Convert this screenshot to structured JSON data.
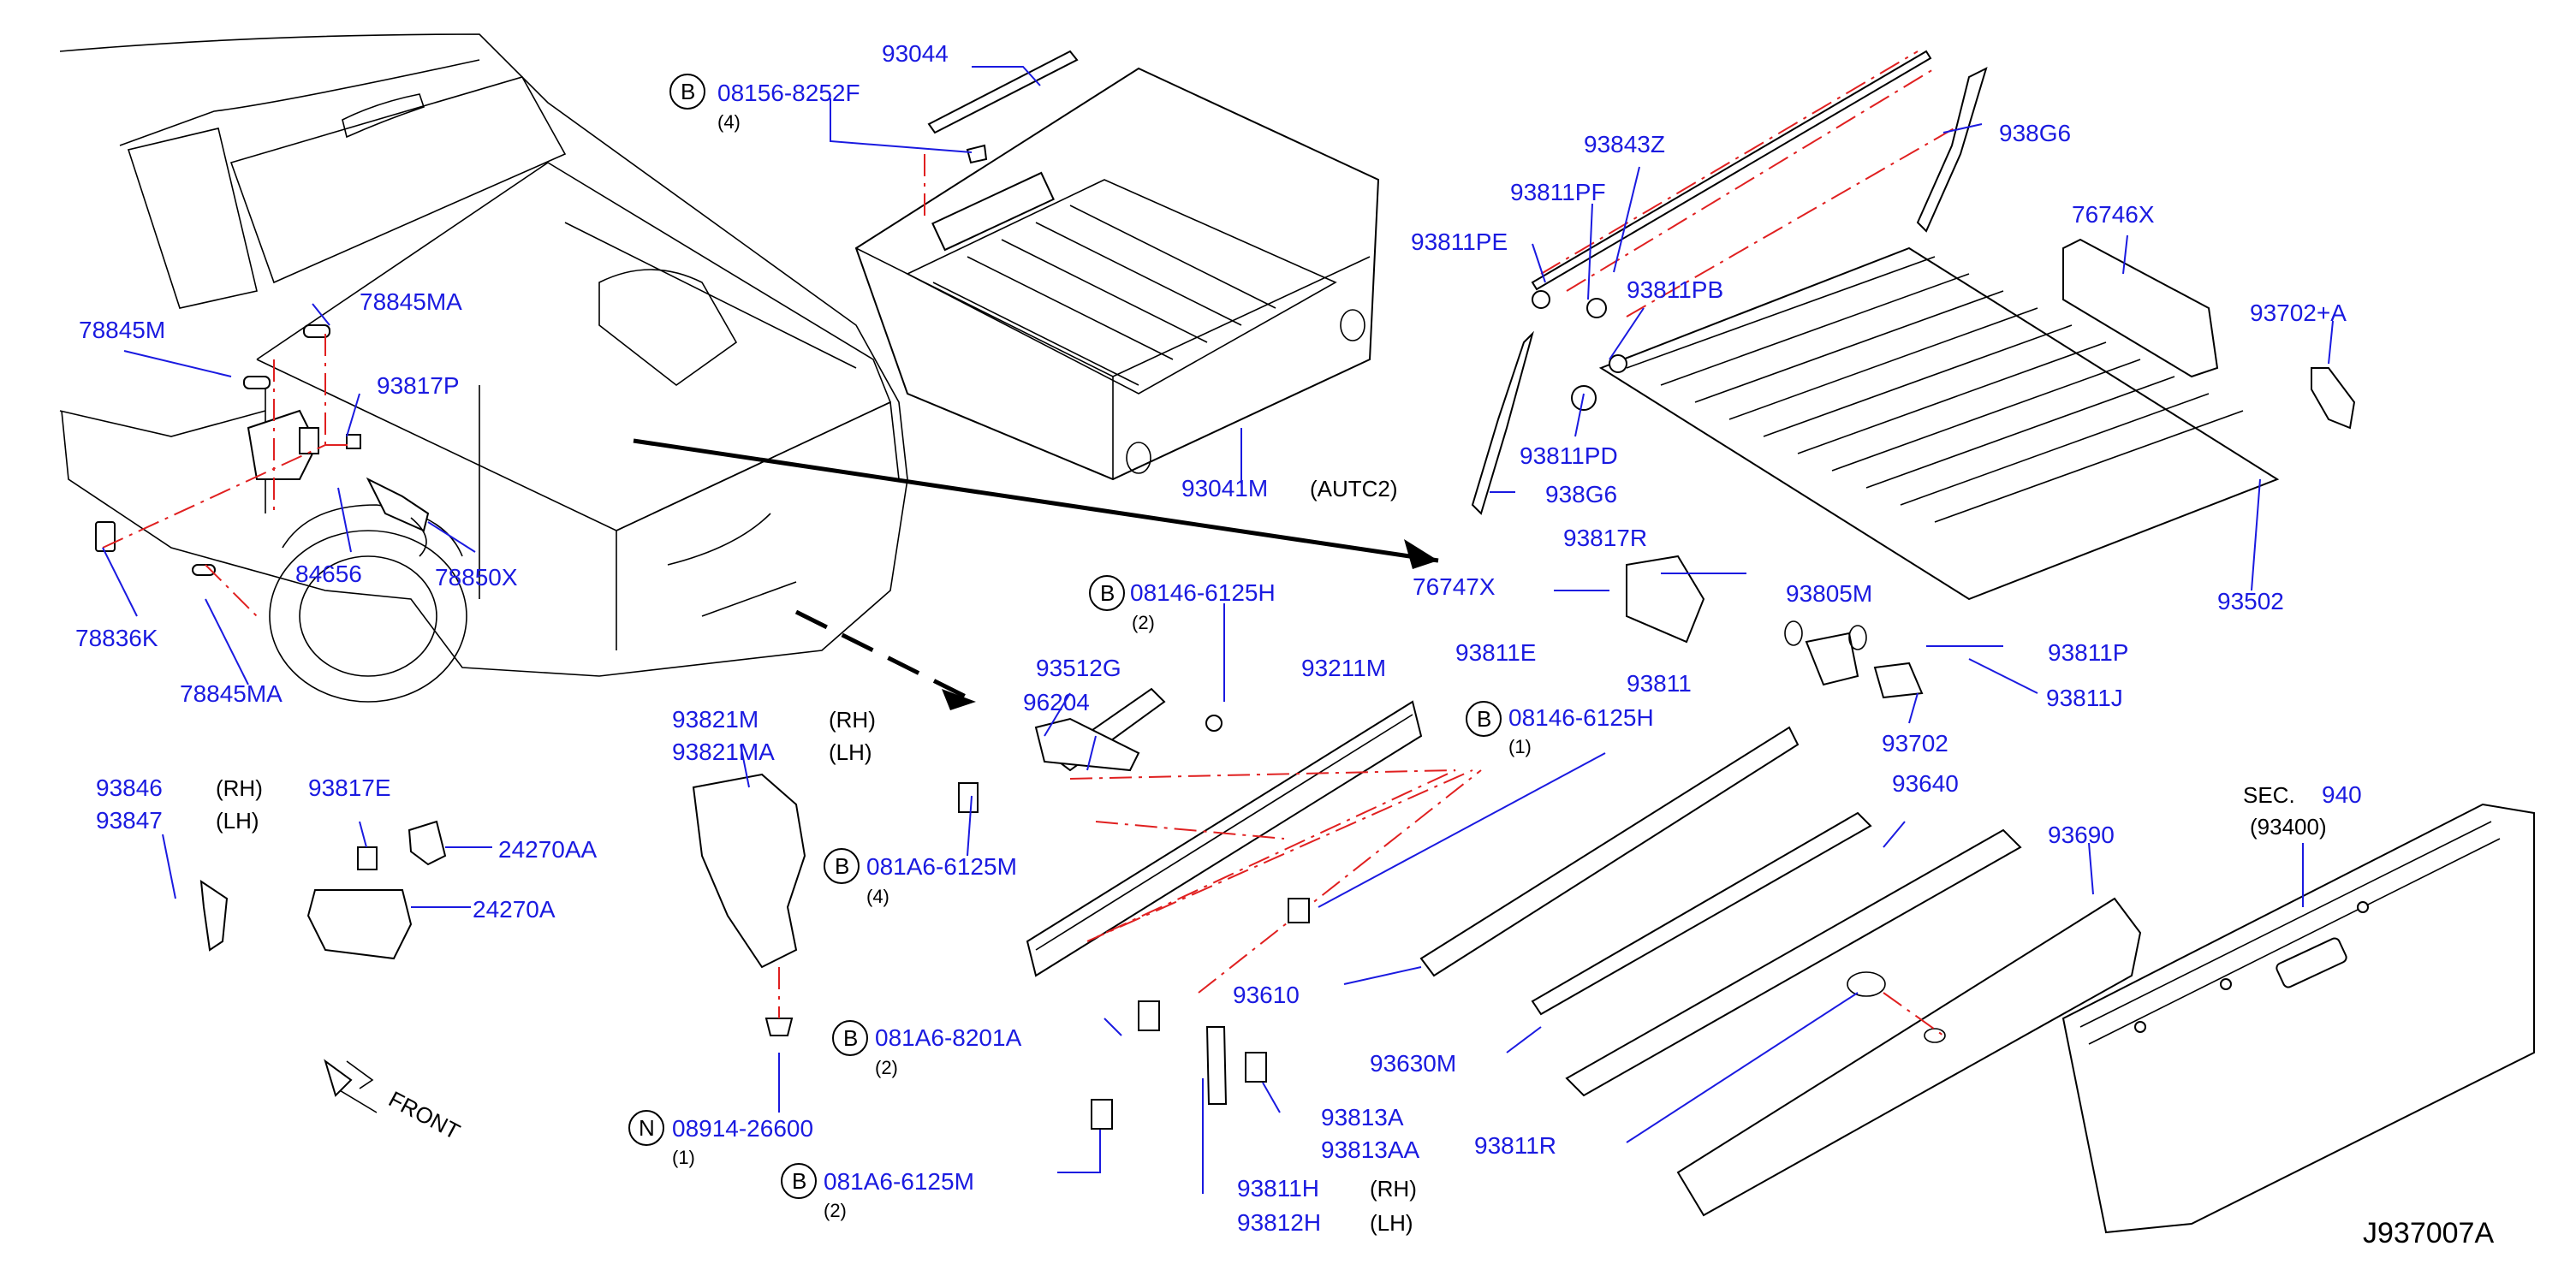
{
  "diagram_id": "J937007A",
  "front_label": "FRONT",
  "section_ref": {
    "prefix": "SEC.",
    "number": "940",
    "sub": "(93400)"
  },
  "colors": {
    "part_number": "#1a1ae0",
    "phantom_line": "#e02020",
    "outline": "#000000"
  },
  "badges": {
    "bolt": "B",
    "nut": "N"
  },
  "labels": {
    "p93044": "93044",
    "p08156_8252F": "08156-8252F",
    "q4_a": "(4)",
    "p93843Z": "93843Z",
    "p938G6_top": "938G6",
    "p93811PF": "93811PF",
    "p93811PE": "93811PE",
    "p93811PB": "93811PB",
    "p76746X": "76746X",
    "p93702A": "93702+A",
    "p93811PD": "93811PD",
    "p938G6_mid": "938G6",
    "p93041M": "93041M",
    "autc2": "(AUTC2)",
    "p93817R": "93817R",
    "p76747X": "76747X",
    "p93805M": "93805M",
    "p93502": "93502",
    "p93811E": "93811E",
    "p93811P_r": "93811P",
    "p93811J": "93811J",
    "p9381_mid": "93811",
    "p93702": "93702",
    "p78845MA_top": "78845MA",
    "p78845M": "78845M",
    "p93817P": "93817P",
    "p84656": "84656",
    "p78850X": "78850X",
    "p78836K": "78836K",
    "p78845MA_bot": "78845MA",
    "p08146_6125H_a": "08146-6125H",
    "q2_a": "(2)",
    "p93512G": "93512G",
    "p93211M": "93211M",
    "p96204": "96204",
    "p08146_6125H_b": "08146-6125H",
    "q1_a": "(1)",
    "p93821M": "93821M",
    "rh_a": "(RH)",
    "p93821MA": "93821MA",
    "lh_a": "(LH)",
    "p081A6_6125M_a": "081A6-6125M",
    "q4_b": "(4)",
    "p93846": "93846",
    "rh_b": "(RH)",
    "p93847": "93847",
    "lh_b": "(LH)",
    "p93817E": "93817E",
    "p24270AA": "24270AA",
    "p24270A": "24270A",
    "p93640": "93640",
    "p93690": "93690",
    "p93610": "93610",
    "p93630M": "93630M",
    "p081A6_8201A": "081A6-8201A",
    "q2_b": "(2)",
    "p93813A": "93813A",
    "p93813AA": "93813AA",
    "p08914_26600": "08914-26600",
    "q1_b": "(1)",
    "p081A6_6125M_b": "081A6-6125M",
    "q2_c": "(2)",
    "p93811R": "93811R",
    "p93811H": "93811H",
    "rh_c": "(RH)",
    "p93812H": "93812H",
    "lh_c": "(LH)"
  }
}
